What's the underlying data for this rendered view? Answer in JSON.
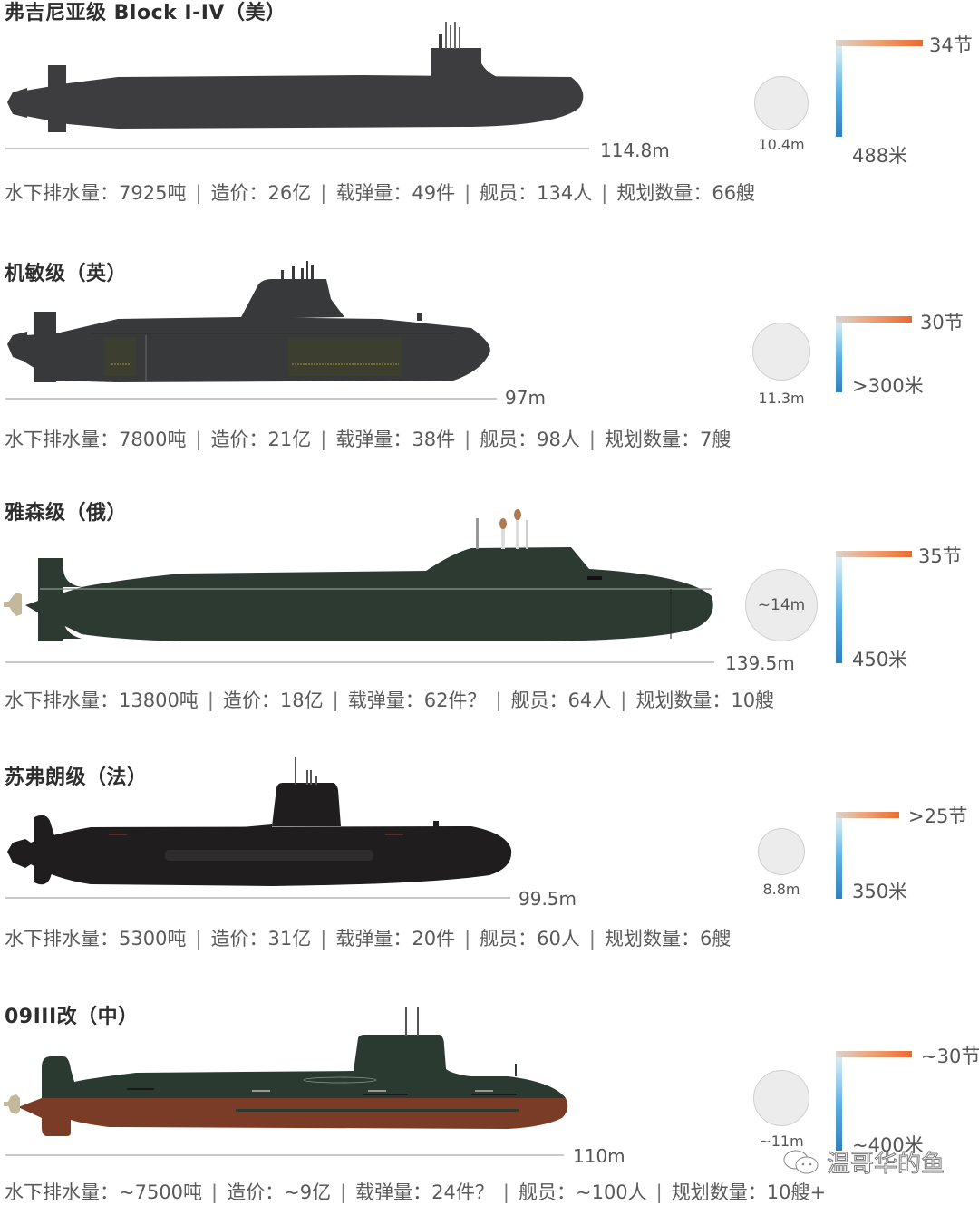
{
  "submarines": [
    {
      "title": "弗吉尼亚级 Block I-IV（美）",
      "length": "114.8m",
      "beam": "10.4m",
      "speed": "34节",
      "depth": "488米",
      "hull_color": "#3d3d3f",
      "stats": {
        "displacement": "水下排水量：7925吨",
        "cost": "造价：26亿",
        "weapons": "载弹量：49件",
        "crew": "舰员：134人",
        "planned": "规划数量：66艘"
      }
    },
    {
      "title": "机敏级（英）",
      "length": "97m",
      "beam": "11.3m",
      "speed": "30节",
      "depth": ">300米",
      "hull_color": "#38393a",
      "stats": {
        "displacement": "水下排水量：7800吨",
        "cost": "造价：21亿",
        "weapons": "载弹量：38件",
        "crew": "舰员：98人",
        "planned": "规划数量：7艘"
      }
    },
    {
      "title": "雅森级（俄）",
      "length": "139.5m",
      "beam": "~14m",
      "speed": "35节",
      "depth": "450米",
      "hull_color": "#2c3a32",
      "stats": {
        "displacement": "水下排水量：13800吨",
        "cost": "造价：18亿",
        "weapons": "载弹量：62件？",
        "crew": "舰员：64人",
        "planned": "规划数量：10艘"
      }
    },
    {
      "title": "苏弗朗级（法）",
      "length": "99.5m",
      "beam": "8.8m",
      "speed": ">25节",
      "depth": "350米",
      "hull_color": "#1f1d1e",
      "stats": {
        "displacement": "水下排水量：5300吨",
        "cost": "造价：31亿",
        "weapons": "载弹量：20件",
        "crew": "舰员：60人",
        "planned": "规划数量：6艘"
      }
    },
    {
      "title": "09III改（中）",
      "length": "110m",
      "beam": "~11m",
      "speed": "~30节",
      "depth": "~400米",
      "hull_color": "#2a3a31",
      "lower_hull_color": "#7a3b27",
      "stats": {
        "displacement": "水下排水量：~7500吨",
        "cost": "造价：~9亿",
        "weapons": "载弹量：24件？",
        "crew": "舰员：~100人",
        "planned": "规划数量：10艘+"
      }
    }
  ],
  "separator": "|",
  "watermark": "温哥华的鱼",
  "colors": {
    "speed_bar_start": "#d9d4d0",
    "speed_bar_end": "#ea6a2c",
    "depth_bar_start": "#e8eef2",
    "depth_bar_end": "#2f7fbe",
    "beam_circle": "#ececec"
  }
}
